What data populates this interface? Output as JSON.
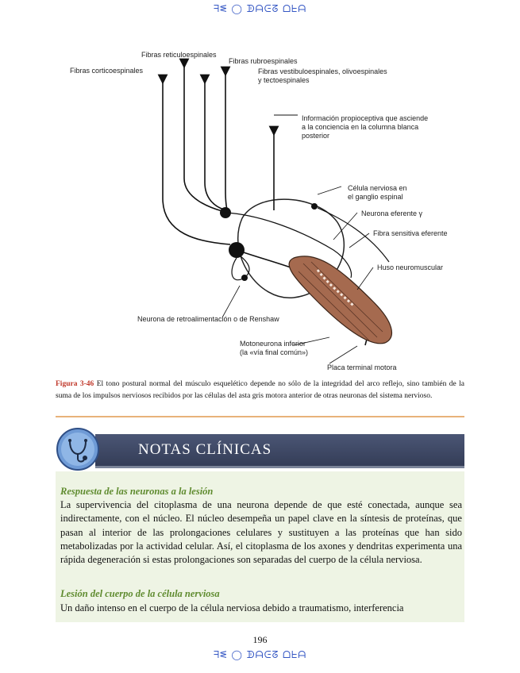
{
  "watermark": {
    "text": "ᖷᓬ  ◯ ᗫᗩᕮᘔ ᗝᖶᗩ"
  },
  "figure": {
    "labels": {
      "reticulo": "Fibras reticuloespinales",
      "rubro": "Fibras rubroespinales",
      "cortico": "Fibras corticoespinales",
      "vestibulo_1": "Fibras vestibuloespinales, olivoespinales",
      "vestibulo_2": "y tectoespinales",
      "proprio_1": "Información propioceptiva que asciende",
      "proprio_2": "a la conciencia en la columna blanca",
      "proprio_3": "posterior",
      "ganglion_1": "Célula nerviosa en",
      "ganglion_2": "el ganglio espinal",
      "efferent": "Neurona eferente γ",
      "sensory": "Fibra sensitiva eferente",
      "spindle": "Huso neuromuscular",
      "renshaw": "Neurona de retroalimentación o de Renshaw",
      "motoneuron_1": "Motoneurona inferior",
      "motoneuron_2": "(la «vía final común»)",
      "endplate": "Placa terminal motora"
    },
    "caption_ref": "Figura 3-46",
    "caption_text": " El tono postural normal del músculo esquelético depende no sólo de la integridad del arco reflejo, sino también de la suma de los impulsos nerviosos recibidos por las células del asta gris motora anterior de otras neuronas del sistema nervioso."
  },
  "notes": {
    "title": "NOTAS CLÍNICAS",
    "sections": [
      {
        "title": "Respuesta de las neuronas a la lesión",
        "text": "La supervivencia del citoplasma de una neurona depende de que esté conectada, aunque sea indirectamente, con el núcleo. El núcleo desempeña un papel clave en la síntesis de proteínas, que pasan al interior de las prolongaciones celulares y sustituyen a las proteínas que han sido metabolizadas por la actividad celular. Así, el citoplasma de los axones y dendritas experimenta una rápida degeneración si estas prolongaciones son separadas del cuerpo de la célula nerviosa."
      },
      {
        "title": "Lesión del cuerpo de la célula nerviosa",
        "text": "Un daño intenso en el cuerpo de la célula nerviosa debido a traumatismo, interferencia"
      }
    ]
  },
  "page": {
    "number": "196"
  }
}
